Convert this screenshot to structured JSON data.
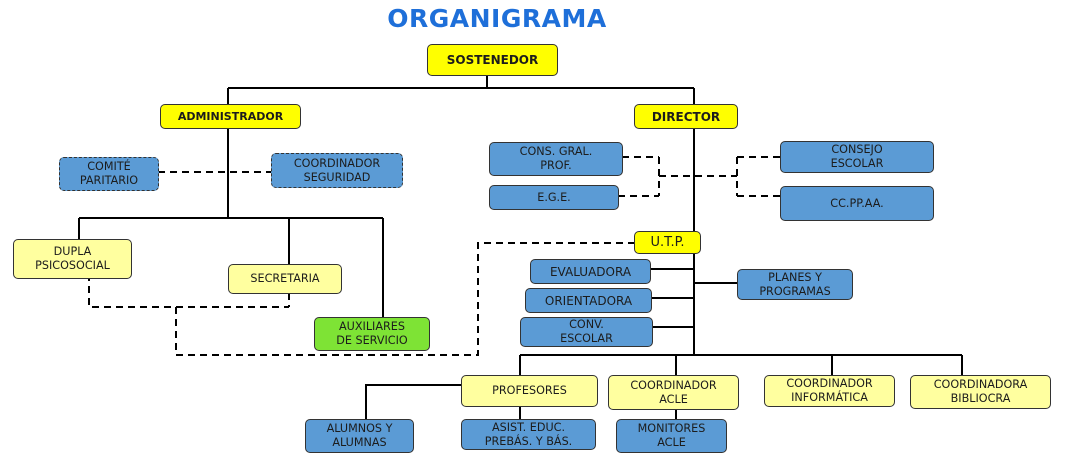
{
  "title": "ORGANIGRAMA",
  "colors": {
    "title": "#1e6fd9",
    "primary_node": "#ffff00",
    "secondary_node": "#ffff9f",
    "support_node": "#5b9bd5",
    "service_node": "#7ee335"
  },
  "nodes": {
    "sostenedor": "SOSTENEDOR",
    "administrador": "ADMINISTRADOR",
    "director": "DIRECTOR",
    "comite_paritario": "COMITÉ\nPARITARIO",
    "coordinador_seguridad": "COORDINADOR\nSEGURIDAD",
    "dupla_psicosocial": "DUPLA\nPSICOSOCIAL",
    "secretaria": "SECRETARIA",
    "auxiliares_servicio": "AUXILIARES\nDE SERVICIO",
    "cons_gral_prof": "CONS. GRAL.\nPROF.",
    "ege": "E.G.E.",
    "consejo_escolar": "CONSEJO\nESCOLAR",
    "ccppaa": "CC.PP.AA.",
    "utp": "U.T.P.",
    "evaluadora": "EVALUADORA",
    "orientadora": "ORIENTADORA",
    "conv_escolar": "CONV.\nESCOLAR",
    "planes_programas": "PLANES Y\nPROGRAMAS",
    "profesores": "PROFESORES",
    "coordinador_acle": "COORDINADOR\nACLE",
    "coordinador_informatica": "COORDINADOR\nINFORMÁTICA",
    "coordinadora_bibliocra": "COORDINADORA\nBIBLIOCRA",
    "alumnos": "ALUMNOS  Y\nALUMNAS",
    "asist_educ": "ASIST.  EDUC.\nPREBÁS.  Y BÁS.",
    "monitores_acle": "MONITORES\nACLE"
  }
}
